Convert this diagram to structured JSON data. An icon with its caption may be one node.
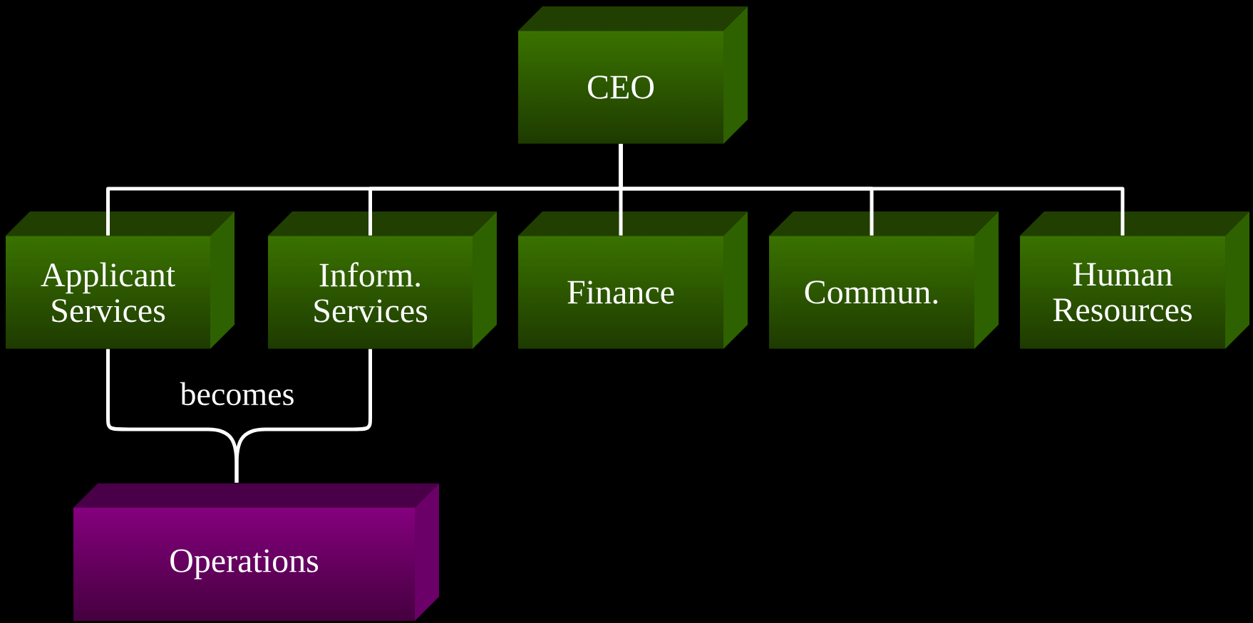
{
  "diagram": {
    "nodes": [
      {
        "text": [
          "CEO"
        ]
      },
      {
        "text": [
          "Applicant Services"
        ]
      },
      {
        "text": [
          "Inform. Services"
        ]
      },
      {
        "text": [
          "Finance"
        ]
      },
      {
        "text": [
          "Commun."
        ]
      },
      {
        "text": [
          "Human Resources"
        ]
      },
      {
        "text": [
          "Operations"
        ]
      }
    ],
    "edges": [
      {
        "from": 0,
        "to": 1,
        "arrow": "none"
      },
      {
        "from": 0,
        "to": 2,
        "arrow": "none"
      },
      {
        "from": 0,
        "to": 3,
        "arrow": "none"
      },
      {
        "from": 0,
        "to": 4,
        "arrow": "none"
      },
      {
        "from": 0,
        "to": 5,
        "arrow": "none"
      },
      {
        "from": 1,
        "to": 6,
        "arrow": "none",
        "label": "becomes"
      },
      {
        "from": 2,
        "to": 6,
        "arrow": "none"
      }
    ]
  }
}
